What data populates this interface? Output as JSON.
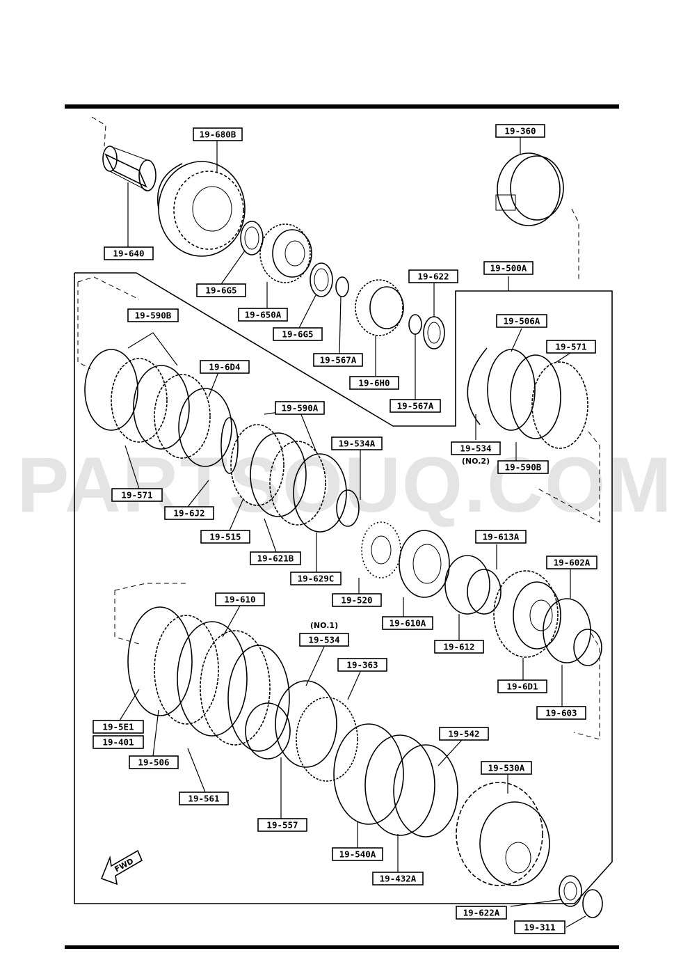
{
  "watermark": "PARTSOUQ.COM",
  "direction_label": "FWD",
  "labels": [
    {
      "id": "19-680B",
      "text": "19-680B"
    },
    {
      "id": "19-360",
      "text": "19-360"
    },
    {
      "id": "19-640",
      "text": "19-640"
    },
    {
      "id": "19-6G5-a",
      "text": "19-6G5"
    },
    {
      "id": "19-650A",
      "text": "19-650A"
    },
    {
      "id": "19-6G5-b",
      "text": "19-6G5"
    },
    {
      "id": "19-567A-a",
      "text": "19-567A"
    },
    {
      "id": "19-622",
      "text": "19-622"
    },
    {
      "id": "19-500A",
      "text": "19-500A"
    },
    {
      "id": "19-6H0",
      "text": "19-6H0"
    },
    {
      "id": "19-567A-b",
      "text": "19-567A"
    },
    {
      "id": "19-590B-a",
      "text": "19-590B"
    },
    {
      "id": "19-6D4",
      "text": "19-6D4"
    },
    {
      "id": "19-590A",
      "text": "19-590A"
    },
    {
      "id": "19-506A",
      "text": "19-506A"
    },
    {
      "id": "19-571-a",
      "text": "19-571"
    },
    {
      "id": "19-534A",
      "text": "19-534A"
    },
    {
      "id": "19-534-no2",
      "text": "19-534"
    },
    {
      "id": "19-590B-b",
      "text": "19-590B"
    },
    {
      "id": "19-571-b",
      "text": "19-571"
    },
    {
      "id": "19-6J2",
      "text": "19-6J2"
    },
    {
      "id": "19-515",
      "text": "19-515"
    },
    {
      "id": "19-621B",
      "text": "19-621B"
    },
    {
      "id": "19-629C",
      "text": "19-629C"
    },
    {
      "id": "19-613A",
      "text": "19-613A"
    },
    {
      "id": "19-602A",
      "text": "19-602A"
    },
    {
      "id": "19-520",
      "text": "19-520"
    },
    {
      "id": "19-610",
      "text": "19-610"
    },
    {
      "id": "19-610A",
      "text": "19-610A"
    },
    {
      "id": "19-534-no1",
      "text": "19-534"
    },
    {
      "id": "19-612",
      "text": "19-612"
    },
    {
      "id": "19-363",
      "text": "19-363"
    },
    {
      "id": "19-6D1",
      "text": "19-6D1"
    },
    {
      "id": "19-603",
      "text": "19-603"
    },
    {
      "id": "19-5E1",
      "text": "19-5E1"
    },
    {
      "id": "19-401",
      "text": "19-401"
    },
    {
      "id": "19-542",
      "text": "19-542"
    },
    {
      "id": "19-506",
      "text": "19-506"
    },
    {
      "id": "19-530A",
      "text": "19-530A"
    },
    {
      "id": "19-561",
      "text": "19-561"
    },
    {
      "id": "19-557",
      "text": "19-557"
    },
    {
      "id": "19-540A",
      "text": "19-540A"
    },
    {
      "id": "19-432A",
      "text": "19-432A"
    },
    {
      "id": "19-622A",
      "text": "19-622A"
    },
    {
      "id": "19-311",
      "text": "19-311"
    }
  ],
  "notes": [
    {
      "id": "no1",
      "text": "(NO.1)"
    },
    {
      "id": "no2",
      "text": "(NO.2)"
    }
  ]
}
